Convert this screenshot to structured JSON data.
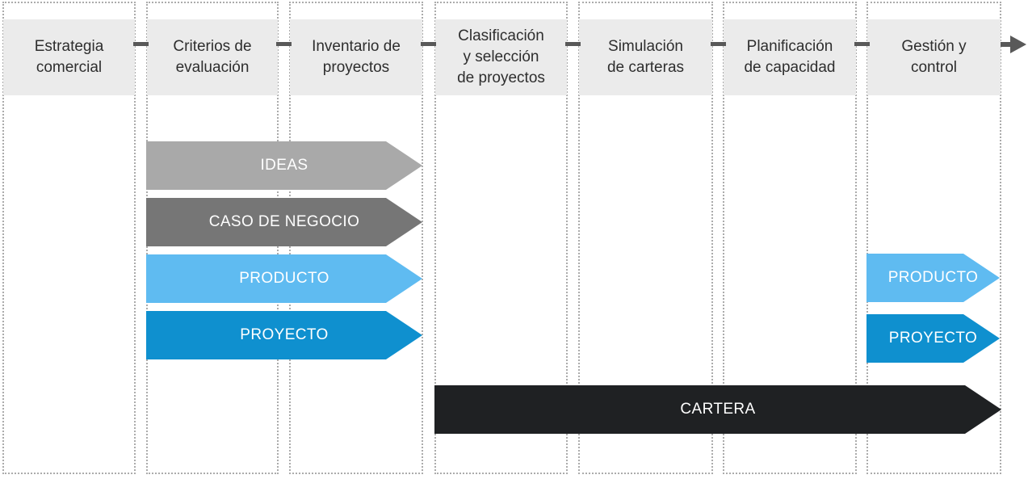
{
  "stages": [
    {
      "label": "Estrategia\ncomercial"
    },
    {
      "label": "Criterios de\nevaluación"
    },
    {
      "label": "Inventario de\nproyectos"
    },
    {
      "label": "Clasificación\ny selección\nde proyectos"
    },
    {
      "label": "Simulación\nde carteras"
    },
    {
      "label": "Planificación\nde capacidad"
    },
    {
      "label": "Gestión y\ncontrol"
    }
  ],
  "bars": [
    {
      "label": "IDEAS",
      "color": "#a9a9a9"
    },
    {
      "label": "CASO DE NEGOCIO",
      "color": "#767676"
    },
    {
      "label": "PRODUCTO",
      "color": "#5fbbf1"
    },
    {
      "label": "PROYECTO",
      "color": "#0f90cf"
    },
    {
      "label": "PRODUCTO",
      "color": "#5fbbf1"
    },
    {
      "label": "PROYECTO",
      "color": "#0f90cf"
    },
    {
      "label": "CARTERA",
      "color": "#1f2123"
    }
  ],
  "colors": {
    "stage_header_bg": "#ebebeb",
    "stage_header_text": "#2e2e2e",
    "connector": "#595959",
    "column_border": "#ababab",
    "bar_text": "#ffffff"
  }
}
